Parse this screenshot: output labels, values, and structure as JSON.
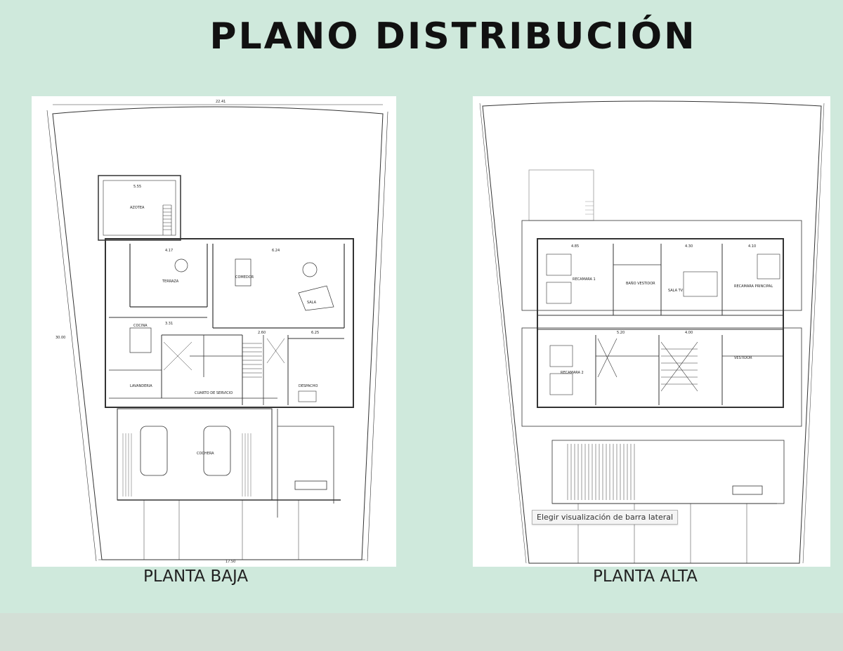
{
  "title": "PLANO DISTRIBUCIÓN",
  "plans": [
    {
      "caption": "PLANTA BAJA",
      "rooms": [
        "AZOTEA",
        "TERRAZA",
        "COMEDOR",
        "SALA",
        "COCINA",
        "LAVANDERIA",
        "CUARTO DE SERVICIO",
        "DESPACHO",
        "COCHERA"
      ],
      "dimensions": [
        "22.41",
        "30.00",
        "17.50",
        "5.55",
        "4.17",
        "6.24",
        "2.60",
        "6.25",
        "3.31"
      ]
    },
    {
      "caption": "PLANTA ALTA",
      "rooms": [
        "RECAMARA 1",
        "BAÑO VESTIDOR",
        "SALA TV",
        "RECAMARA PRINCIPAL",
        "RECAMARA 2",
        "VESTIDOR"
      ],
      "dimensions": [
        "4.85",
        "4.30",
        "4.10",
        "5.20",
        "4.00"
      ]
    }
  ],
  "tooltip": "Elegir visualización de barra lateral",
  "colors": {
    "background": "#cfe9dc",
    "bottom_bar": "#d3dfd6",
    "panel": "#ffffff"
  }
}
